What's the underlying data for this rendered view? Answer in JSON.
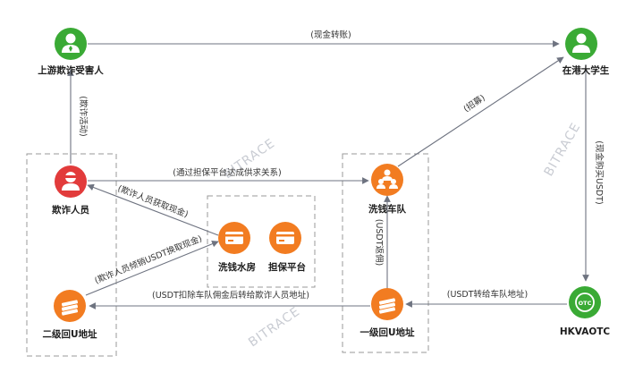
{
  "diagram": {
    "nodes": {
      "victim": "上游欺诈受害人",
      "student": "在港大学生",
      "fraudster": "欺诈人员",
      "team": "洗钱车队",
      "washroom": "洗钱水房",
      "guarantee": "担保平台",
      "second_u": "二级回U地址",
      "first_u": "一级回U地址",
      "hkvaotc": "HKVAOTC"
    },
    "edges": {
      "cash_transfer": "(现金转账)",
      "fraud_activity": "(欺诈活动)",
      "recruit": "(招募)",
      "buy_usdt": "(现金购买USDT)",
      "supply_relation": "(通过担保平台达成供求关系)",
      "fraudster_cash": "(欺诈人员获取现金)",
      "sell_usdt": "(欺诈人员倾销USDT换取现金)",
      "usdt_return": "(USDT返佣)",
      "usdt_to_team": "(USDT转给车队地址)",
      "usdt_deduct": "(USDT扣除车队佣金后转给欺诈人员地址)"
    },
    "icon_text": {
      "otc": "OTC"
    },
    "watermark": "BITRACE",
    "colors": {
      "green": "#3aaa35",
      "red": "#e23b3b",
      "orange": "#f27c21",
      "arrow": "#6e7380",
      "dash": "#9a9a9a"
    }
  }
}
